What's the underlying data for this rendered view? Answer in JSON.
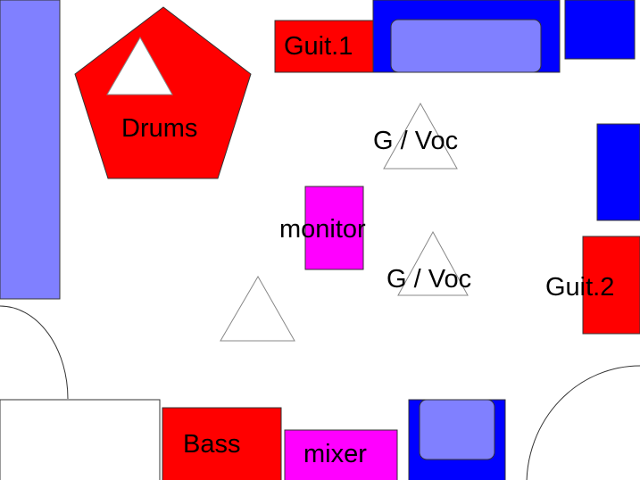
{
  "colors": {
    "amp": "#ff0000",
    "monitor": "#ff00ff",
    "speaker_frame": "#0000ff",
    "speaker_cone": "#8080ff",
    "wall": "#8080ff",
    "outline": "#333333",
    "triangle_outline": "#888888"
  },
  "labels": {
    "guit1": "Guit.1",
    "guit2": "Guit.2",
    "drums": "Drums",
    "gvoc_top": "G / Voc",
    "gvoc_mid": "G / Voc",
    "monitor": "monitor",
    "bass": "Bass",
    "mixer": "mixer"
  }
}
